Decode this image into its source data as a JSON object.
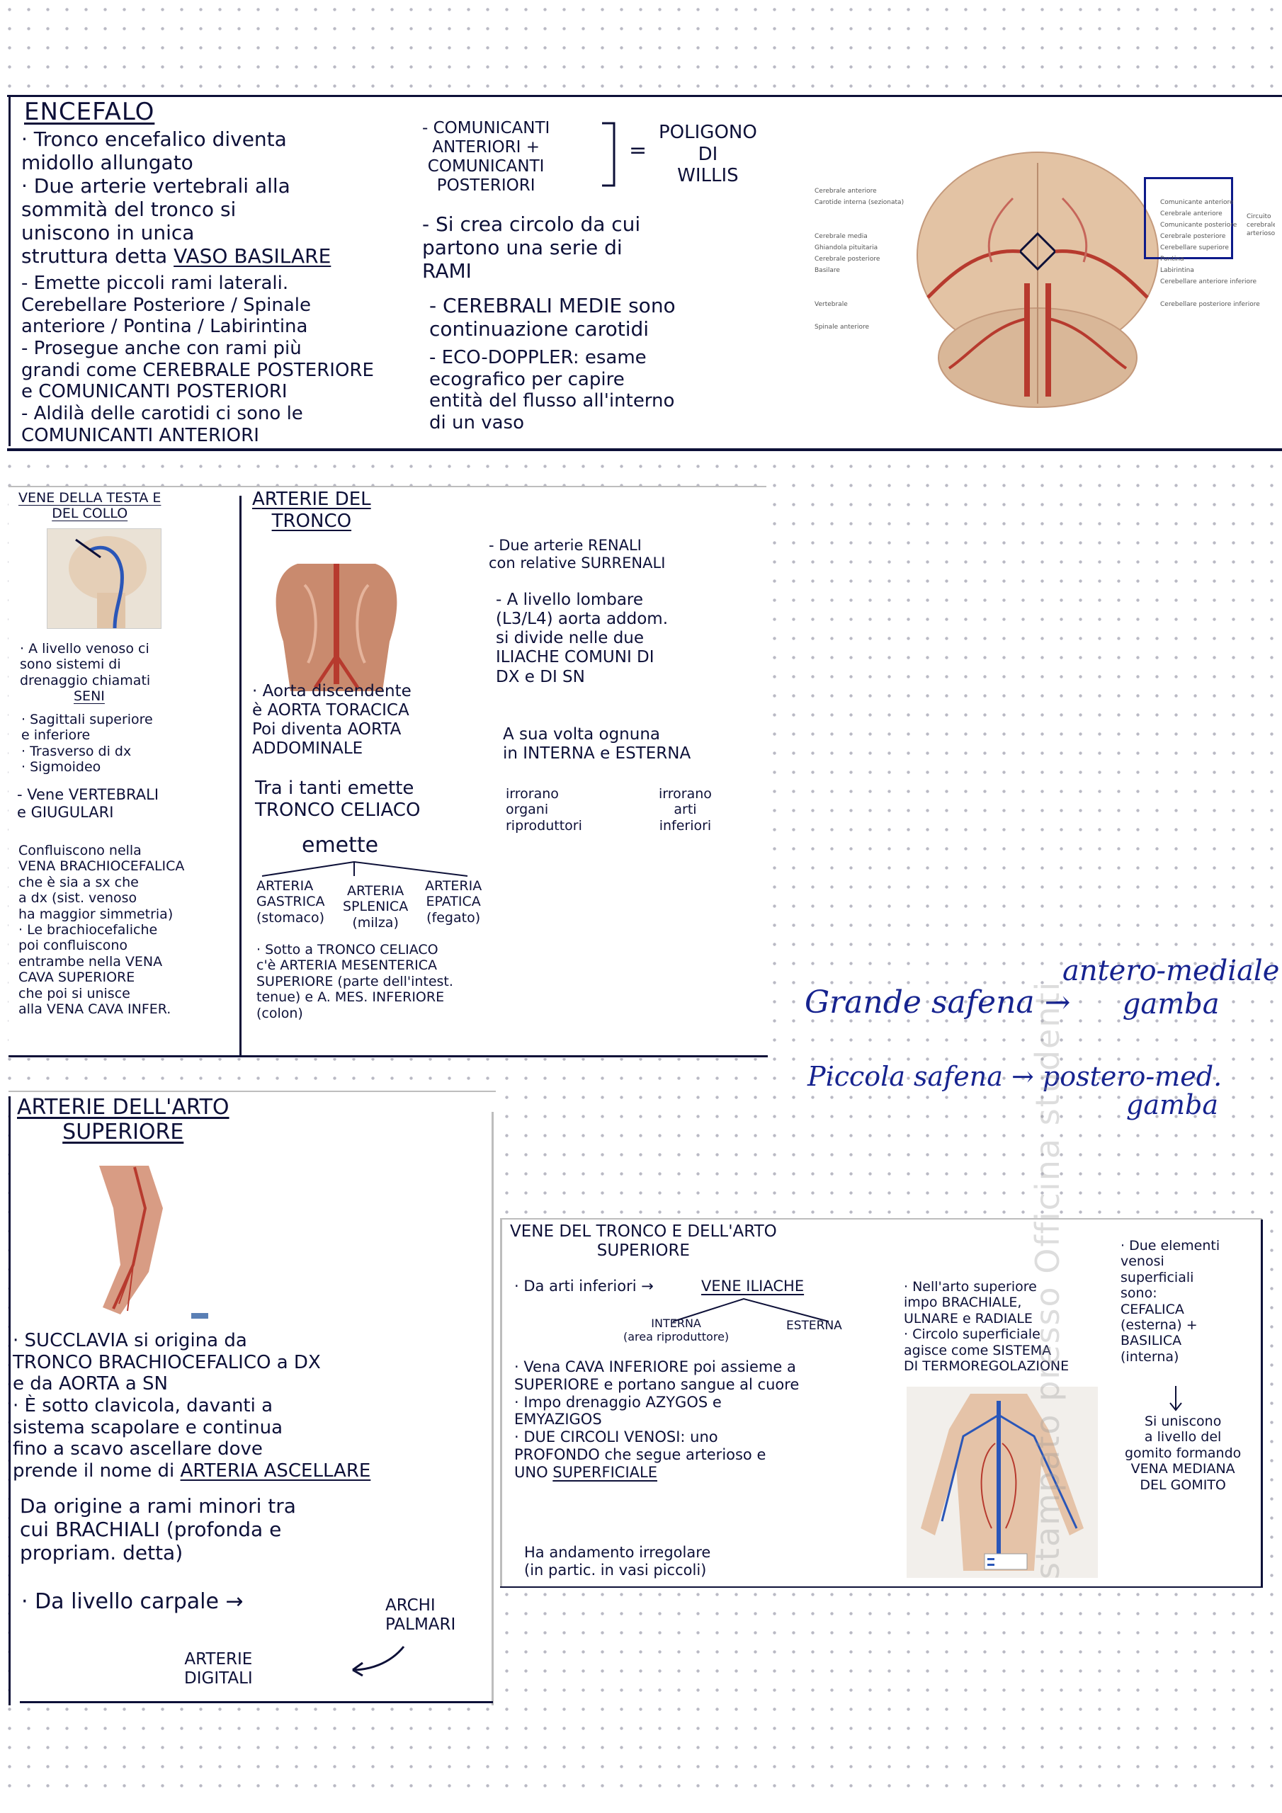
{
  "brand_watermark": "stampato presso Officina studenti",
  "encefalo": {
    "title": "ENCEFALO",
    "col1": "· Tronco encefalico diventa\nmidollo allungato\n· Due arterie vertebrali alla\nsommità del tronco si\nuniscono in unica\nstruttura detta ",
    "col1_vaso": "VASO BASILARE",
    "col1b": "- Emette piccoli rami laterali.\nCerebellare Posteriore / Spinale\nanteriore / Pontina / Labirintina\n- Prosegue anche con rami più\ngrandi come CEREBRALE POSTERIORE\ne COMUNICANTI POSTERIORI\n- Aldilà delle carotidi ci sono le\nCOMUNICANTI ANTERIORI",
    "comunicanti": "- COMUNICANTI\nANTERIORI +\nCOMUNICANTI\nPOSTERIORI",
    "eq": "=",
    "poligono": "POLIGONO\nDI\nWILLIS",
    "col2b": "- Si crea circolo da cui\npartono una serie di\nRAMI",
    "col2c": "- CEREBRALI MEDIE sono\ncontinuazione carotidi",
    "col2d": "- ECO-DOPPLER: esame\necografico per capire\nentità del flusso all'interno\ndi un vaso",
    "brain_labels_left": [
      "Cerebrale anteriore",
      "Carotide interna (sezionata)",
      "Cerebrale media",
      "Ghiandola pituitaria",
      "Cerebrale posteriore",
      "Basilare",
      "Vertebrale",
      "Spinale anteriore"
    ],
    "brain_labels_right": [
      "Comunicante anteriore",
      "Cerebrale anteriore",
      "Comunicante posteriore",
      "Cerebrale posteriore",
      "Cerebellare superiore",
      "Pontina",
      "Labirintina",
      "Cerebellare anteriore inferiore",
      "Cerebellare posteriore inferiore"
    ],
    "brain_circle_label": "Circuito\ncerebrale\narterioso"
  },
  "vene_testa": {
    "title": "VENE DELLA TESTA E\nDEL COLLO",
    "t1": "· A livello venoso ci\nsono sistemi di\ndrenaggio chiamati",
    "seni": "SENI",
    "t2": "· Sagittali superiore\ne inferiore\n· Trasverso di dx\n· Sigmoideo",
    "t3": "- Vene VERTEBRALI\ne GIUGULARI",
    "t4": "Confluiscono nella\nVENA BRACHIOCEFALICA\nche è sia a sx che\na dx (sist. venoso\nha maggior simmetria)\n· Le brachiocefaliche\npoi confluiscono\nentrambe nella VENA\nCAVA SUPERIORE\nche poi si unisce\nalla VENA CAVA INFER."
  },
  "arterie_tronco": {
    "title": "ARTERIE DEL\nTRONCO",
    "t1": "· Aorta discendente\nè AORTA TORACICA\nPoi diventa AORTA\nADDOMINALE",
    "t2": "Tra i tanti emette\nTRONCO CELIACO",
    "emette": "emette",
    "branches": [
      "ARTERIA\nGASTRICA\n(stomaco)",
      "ARTERIA\nSPLENICA\n(milza)",
      "ARTERIA\nEPATICA\n(fegato)"
    ],
    "t3": "· Sotto a TRONCO CELIACO\nc'è ARTERIA MESENTERICA\nSUPERIORE (parte dell'intest.\ntenue) e A. MES. INFERIORE\n(colon)",
    "r1": "- Due arterie RENALI\ncon relative SURRENALI",
    "r2": "- A livello lombare\n(L3/L4) aorta addom.\nsi divide nelle due\nILIACHE COMUNI DI\nDX e DI SN",
    "r3": "A sua volta ognuna\nin INTERNA e ESTERNA",
    "irr1": "irrorano\norgani\nriproduttori",
    "irr2": "irrorano\narti\ninferiori"
  },
  "safena": {
    "grande": "Grande safena →",
    "grande_dest": "antero-mediale\ngamba",
    "piccola": "Piccola safena → postero-med.",
    "piccola_dest": "gamba"
  },
  "arto_superiore": {
    "title": "ARTERIE DELL'ARTO\nSUPERIORE",
    "t1": "· SUCCLAVIA si origina da\nTRONCO BRACHIOCEFALICO a DX\ne da AORTA a SN\n· È sotto clavicola, davanti a\nsistema scapolare e continua\nfino a scavo ascellare dove\nprende il nome di ",
    "ascellare": "ARTERIA ASCELLARE",
    "t2": "Da origine a rami minori tra\ncui BRACHIALI (profonda e\npropriam. detta)",
    "t3": "· Da livello carpale →",
    "archi": "ARCHI\nPALMARI",
    "digitali": "ARTERIE\nDIGITALI"
  },
  "vene_tronco": {
    "title": "VENE DEL TRONCO E DELL'ARTO\nSUPERIORE",
    "t1": "· Da arti inferiori →",
    "iliache": "VENE ILIACHE",
    "interna": "INTERNA\n(area riproduttore)",
    "esterna": "ESTERNA",
    "t2": "· Vena CAVA INFERIORE poi assieme a\nSUPERIORE e portano sangue al cuore\n· Impo drenaggio AZYGOS e\nEMYAZIGOS\n· DUE CIRCOLI VENOSI: uno\nPROFONDO che segue arterioso e\nUNO ",
    "superficiale": "SUPERFICIALE",
    "t3": "Ha andamento irregolare\n(in partic. in vasi piccoli)",
    "m1": "· Nell'arto superiore\nimpo BRACHIALE,\nULNARE e RADIALE\n· Circolo superficiale\nagisce come SISTEMA\nDI TERMOREGOLAZIONE",
    "side": "· Due elementi\nvenosi\nsuperficiali\nsono:\nCEFALICA\n(esterna) +\nBASILICA\n(interna)",
    "side2": "Si uniscono\na livello del\ngomito formando\nVENA MEDIANA\nDEL GOMITO"
  },
  "colors": {
    "ink": "#0d1038",
    "blue_ink": "#16238f",
    "artery": "#b73a2e",
    "vein": "#2a56b8",
    "brain": "#e3c3a4"
  }
}
